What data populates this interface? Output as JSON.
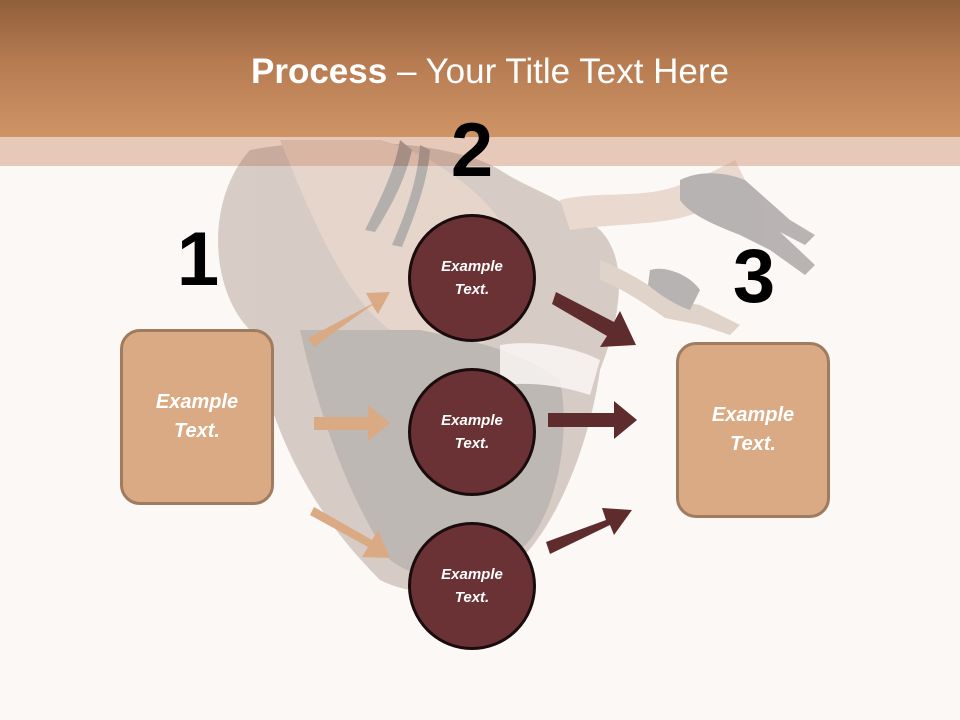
{
  "slide": {
    "title_bold": "Process",
    "title_rest": " – Your Title Text Here"
  },
  "steps": {
    "one": "1",
    "two": "2",
    "three": "3"
  },
  "left_box": {
    "text": "Example Text."
  },
  "right_box": {
    "text": "Example Text."
  },
  "circles": [
    {
      "text": "Example Text."
    },
    {
      "text": "Example Text."
    },
    {
      "text": "Example Text."
    }
  ],
  "colors": {
    "header": "#c48a5e",
    "box_fill": "#d9aa83",
    "circle_fill": "#6a3234",
    "arrow_light": "#d9aa83",
    "arrow_dark": "#5e2c2d"
  }
}
